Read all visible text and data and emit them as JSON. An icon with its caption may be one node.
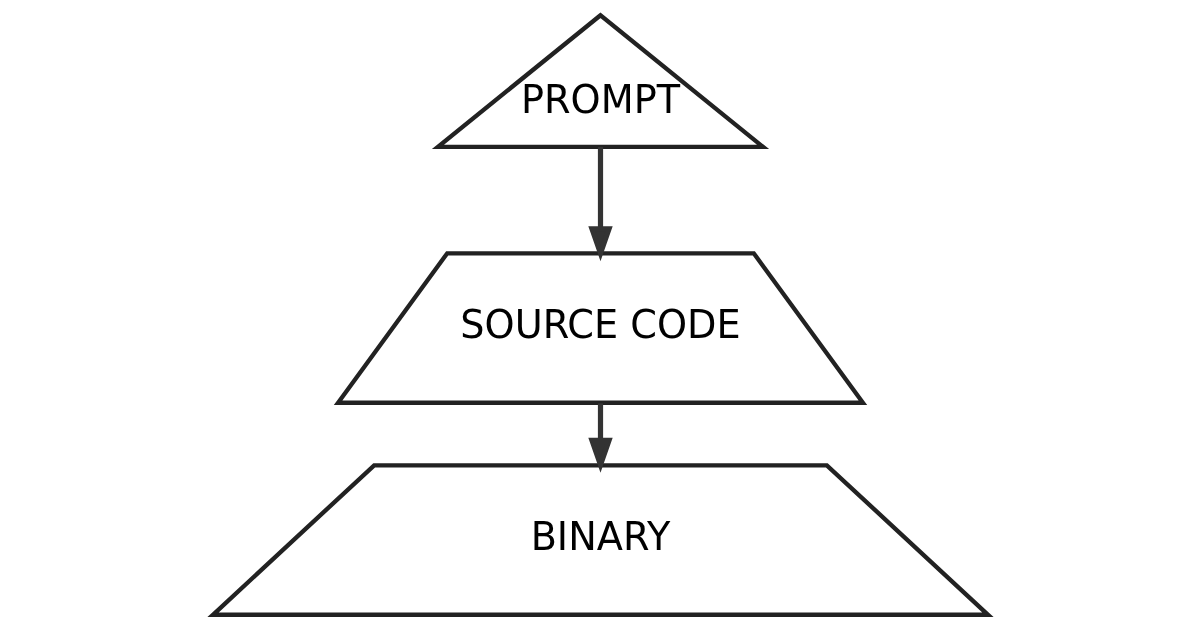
{
  "diagram": {
    "nodes": [
      {
        "text": [
          "PROMPT"
        ]
      },
      {
        "text": [
          "SOURCE CODE"
        ]
      },
      {
        "text": [
          "BINARY"
        ]
      }
    ],
    "edges": [
      {
        "from": 0,
        "to": 1,
        "arrow": "to"
      },
      {
        "from": 1,
        "to": 2,
        "arrow": "to"
      }
    ]
  }
}
